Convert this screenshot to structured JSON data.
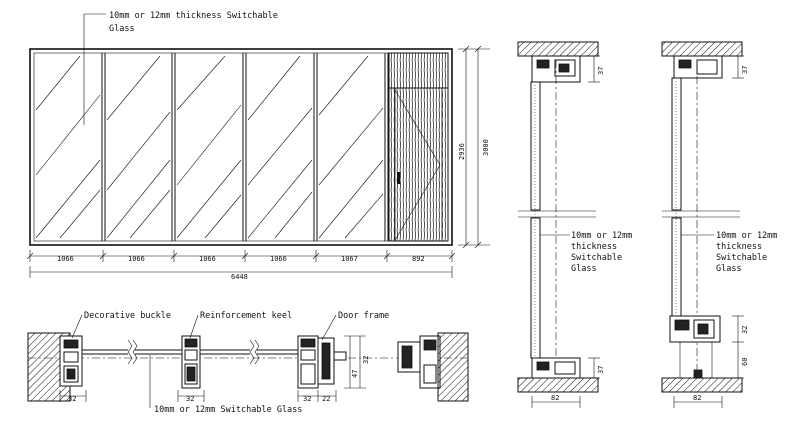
{
  "elevation": {
    "glass_note_line1": "10mm or 12mm thickness Switchable",
    "glass_note_line2": "Glass",
    "panel_widths": [
      "1066",
      "1066",
      "1066",
      "1066",
      "1067",
      "892"
    ],
    "total_width": "6448",
    "door_height": "2936",
    "total_height": "3000"
  },
  "plan": {
    "decorative_buckle": "Decorative  buckle",
    "reinforcement_keel": "Reinforcement keel",
    "door_frame": "Door frame",
    "glass_label": "10mm or 12mm Switchable Glass",
    "dims": {
      "left_32": "32",
      "mid_32": "32",
      "right_32": "32",
      "right_22": "22",
      "h_47": "47",
      "h_32": "32"
    }
  },
  "section_a": {
    "top_dim": "37",
    "bottom_dim": "37",
    "width_dim": "82",
    "glass_line1": "10mm or 12mm",
    "glass_line2": "thickness",
    "glass_line3": "Switchable",
    "glass_line4": "Glass"
  },
  "section_b": {
    "top_dim": "37",
    "mid_dim": "32",
    "bottom_dim": "60",
    "width_dim": "82",
    "glass_line1": "10mm or 12mm",
    "glass_line2": "thickness",
    "glass_line3": "Switchable",
    "glass_line4": "Glass"
  }
}
